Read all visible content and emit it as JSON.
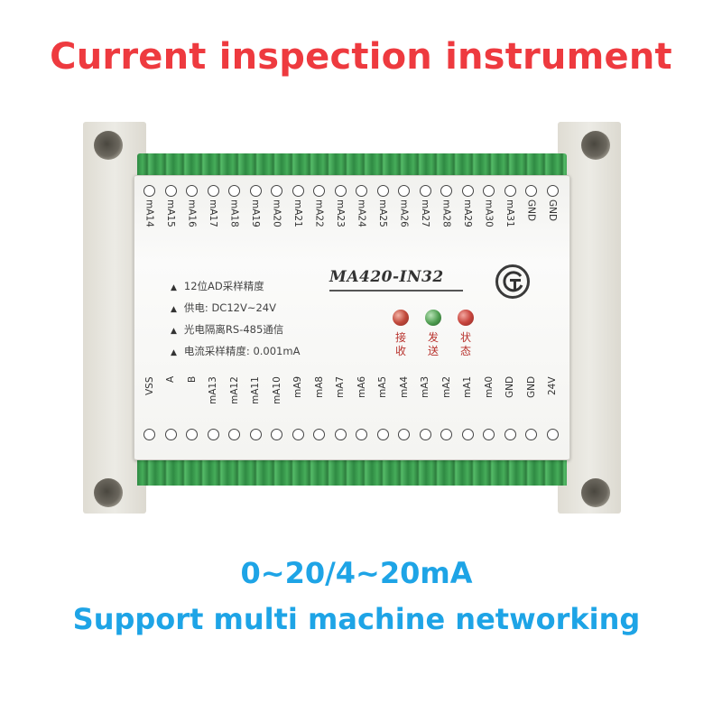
{
  "heading": "Current inspection instrument",
  "subtitle_line1": "0~20/4~20mA",
  "subtitle_line2": "Support multi machine networking",
  "device": {
    "model": "MA420-IN32",
    "specs": [
      "12位AD采样精度",
      "供电: DC12V~24V",
      "光电隔离RS-485通信",
      "电流采样精度: 0.001mA"
    ],
    "top_pins": [
      "mA14",
      "mA15",
      "mA16",
      "mA17",
      "mA18",
      "mA19",
      "mA20",
      "mA21",
      "mA22",
      "mA23",
      "mA24",
      "mA25",
      "mA26",
      "mA27",
      "mA28",
      "mA29",
      "mA30",
      "mA31",
      "GND",
      "GND"
    ],
    "bottom_pins": [
      "VSS",
      "A",
      "B",
      "mA13",
      "mA12",
      "mA11",
      "mA10",
      "mA9",
      "mA8",
      "mA7",
      "mA6",
      "mA5",
      "mA4",
      "mA3",
      "mA2",
      "mA1",
      "mA0",
      "GND",
      "GND",
      "24V"
    ],
    "leds": [
      {
        "label_a": "接",
        "label_b": "收",
        "color": "#c14a3c"
      },
      {
        "label_a": "发",
        "label_b": "送",
        "color": "#4c9b4e"
      },
      {
        "label_a": "状",
        "label_b": "态",
        "color": "#c8463e"
      }
    ]
  },
  "colors": {
    "heading": "#ee3a3f",
    "subtitle": "#1ea4e6",
    "terminal_green": "#3a9a4e",
    "housing": "#e6e4dc"
  }
}
